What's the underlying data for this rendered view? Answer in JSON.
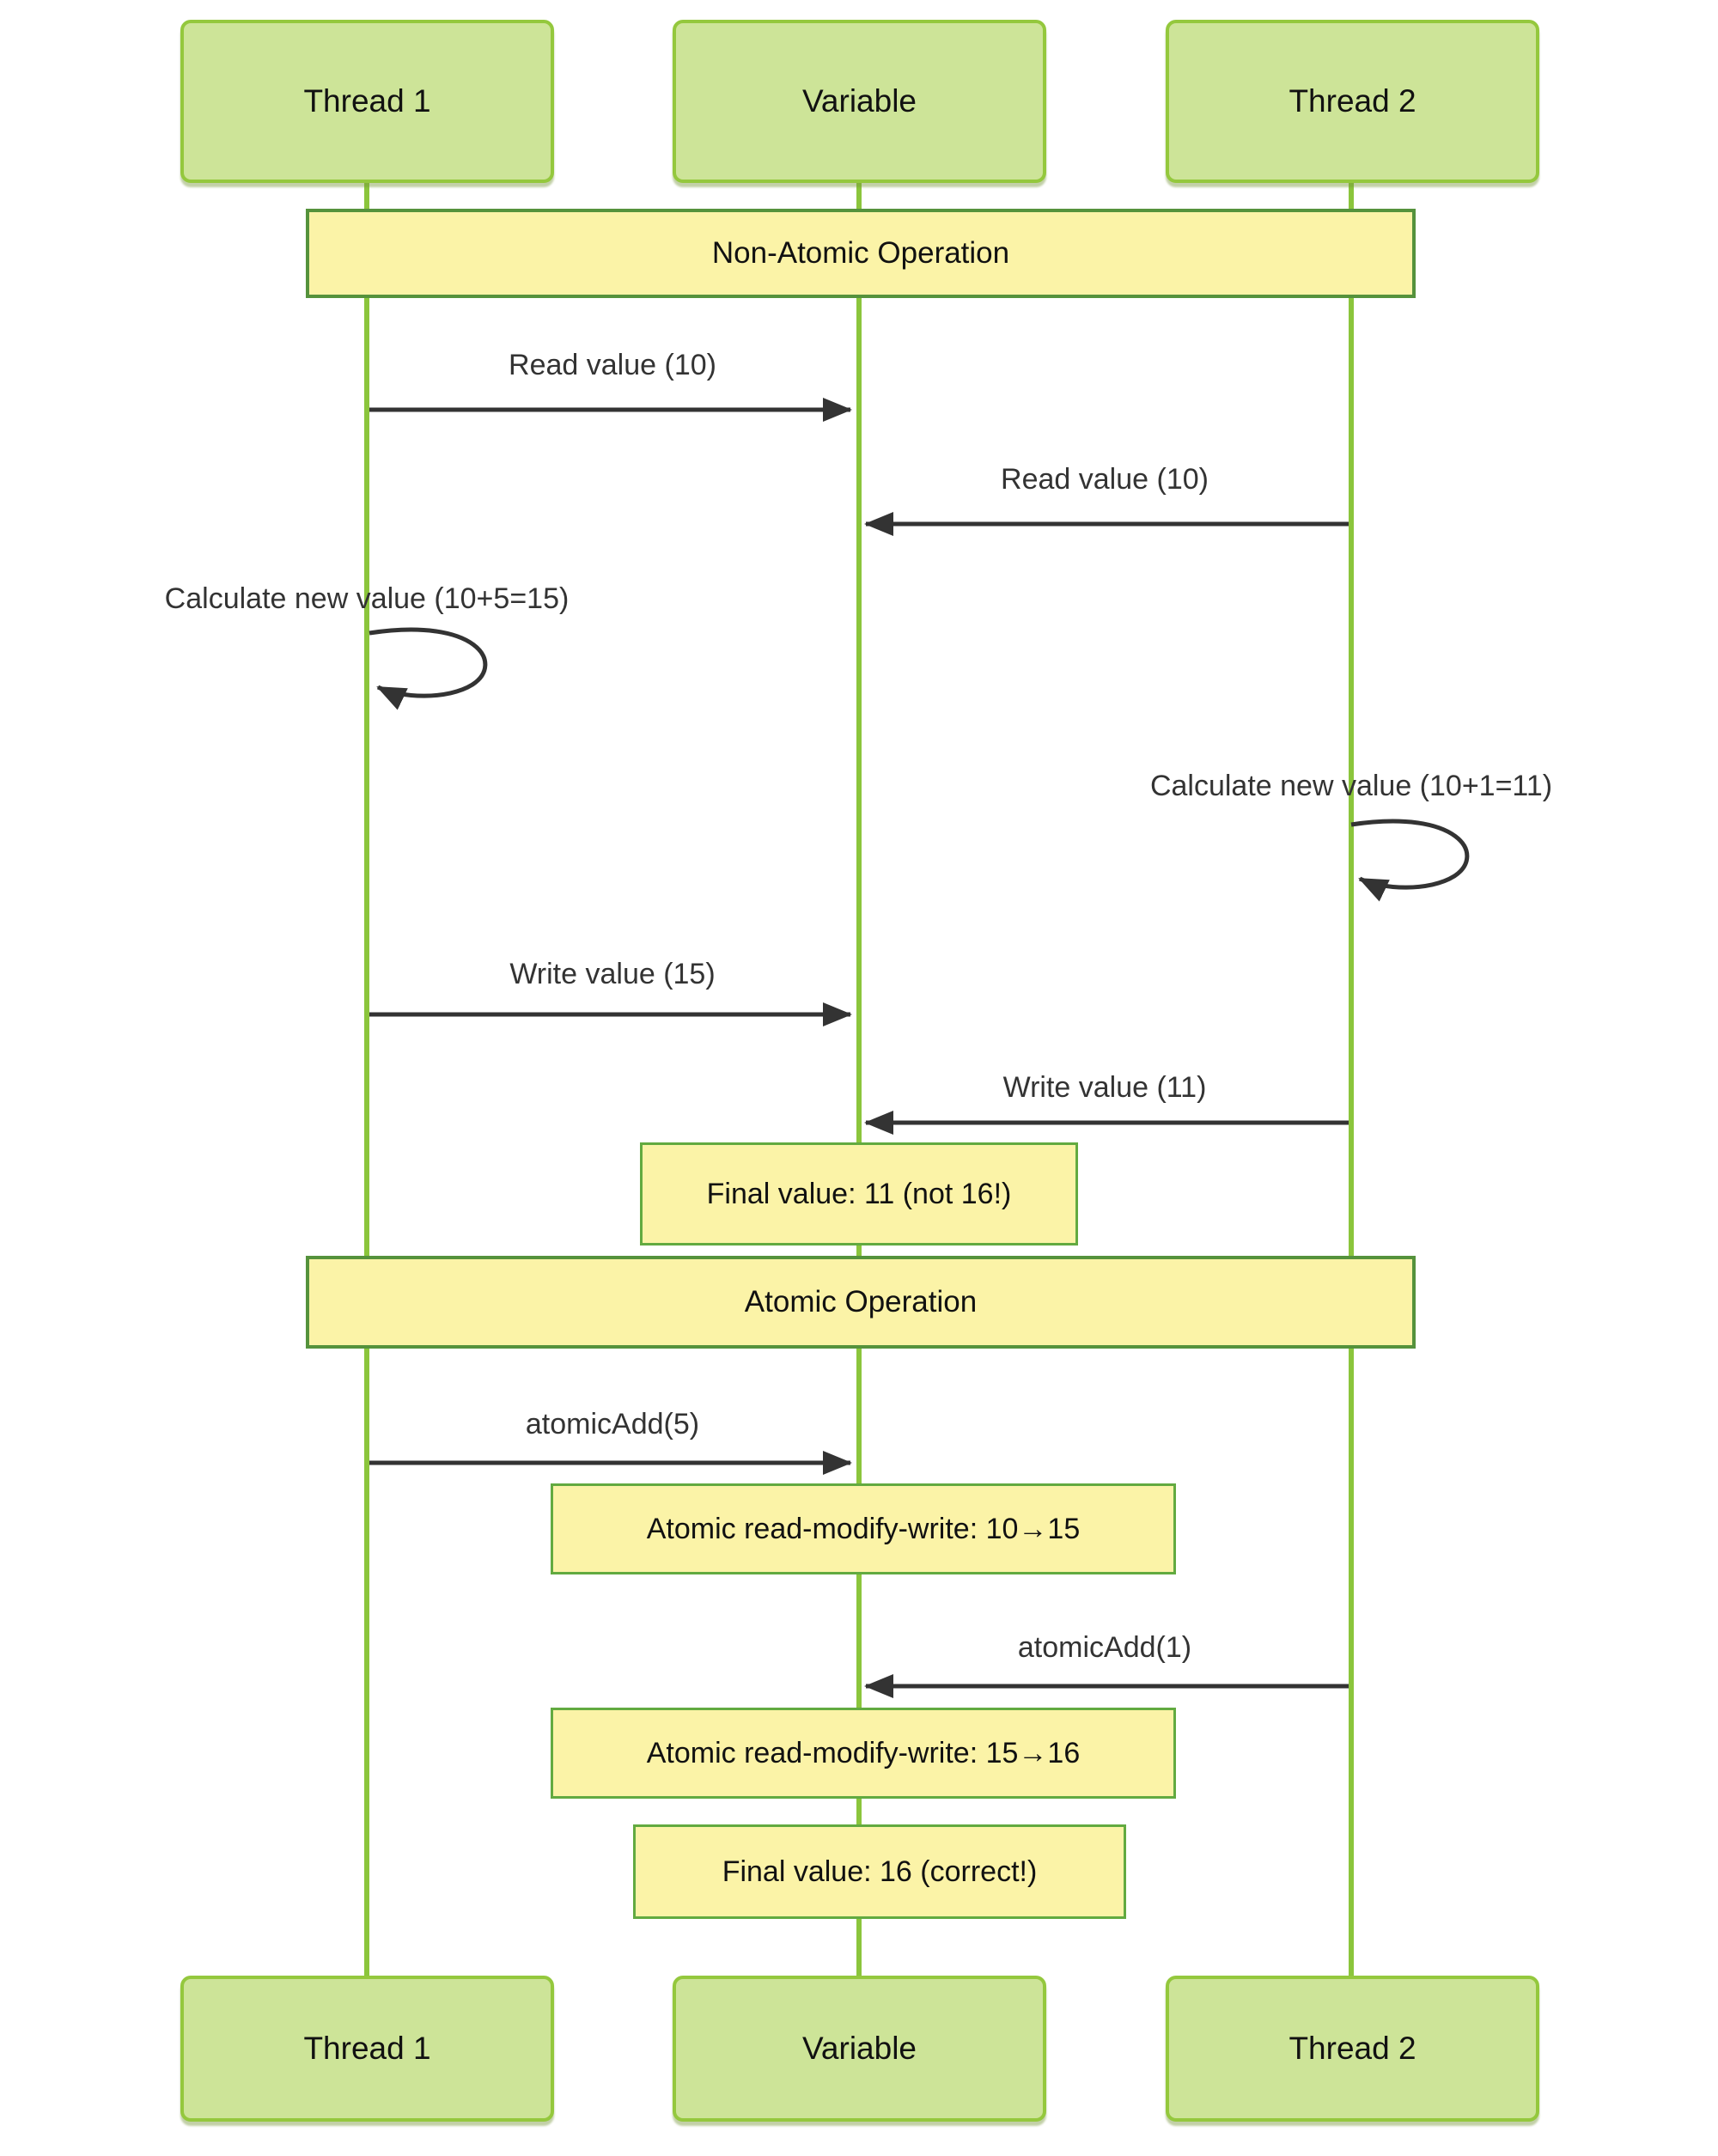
{
  "diagram_type": "sequence-diagram",
  "actors": {
    "top": [
      {
        "label": "Thread 1"
      },
      {
        "label": "Variable"
      },
      {
        "label": "Thread 2"
      }
    ],
    "bottom": [
      {
        "label": "Thread 1"
      },
      {
        "label": "Variable"
      },
      {
        "label": "Thread 2"
      }
    ]
  },
  "bands": [
    {
      "label": "Non-Atomic Operation"
    },
    {
      "label": "Atomic Operation"
    }
  ],
  "messages": [
    {
      "label": "Read value (10)",
      "from": "Thread 1",
      "to": "Variable",
      "direction": "right"
    },
    {
      "label": "Read value (10)",
      "from": "Thread 2",
      "to": "Variable",
      "direction": "left"
    },
    {
      "label": "Calculate new value (10+5=15)",
      "from": "Thread 1",
      "to": "Thread 1",
      "direction": "self"
    },
    {
      "label": "Calculate new value (10+1=11)",
      "from": "Thread 2",
      "to": "Thread 2",
      "direction": "self"
    },
    {
      "label": "Write value (15)",
      "from": "Thread 1",
      "to": "Variable",
      "direction": "right"
    },
    {
      "label": "Write value (11)",
      "from": "Thread 2",
      "to": "Variable",
      "direction": "left"
    },
    {
      "label": "atomicAdd(5)",
      "from": "Thread 1",
      "to": "Variable",
      "direction": "right"
    },
    {
      "label": "atomicAdd(1)",
      "from": "Thread 2",
      "to": "Variable",
      "direction": "left"
    }
  ],
  "notes": [
    {
      "label": "Final value: 11 (not 16!)"
    },
    {
      "label": "Atomic read-modify-write: 10→15"
    },
    {
      "label": "Atomic read-modify-write: 15→16"
    },
    {
      "label": "Final value: 16 (correct!)"
    }
  ],
  "colors": {
    "background": "#ffffff",
    "actor-fill": "#cde498",
    "actor-border": "#94c83d",
    "lifeline": "#8bc53c",
    "band-fill": "#fbf3a7",
    "band-border": "#55923c",
    "note-fill": "#fbf3a7",
    "note-border": "#62aa40",
    "arrow": "#333333",
    "text": "#222222"
  }
}
